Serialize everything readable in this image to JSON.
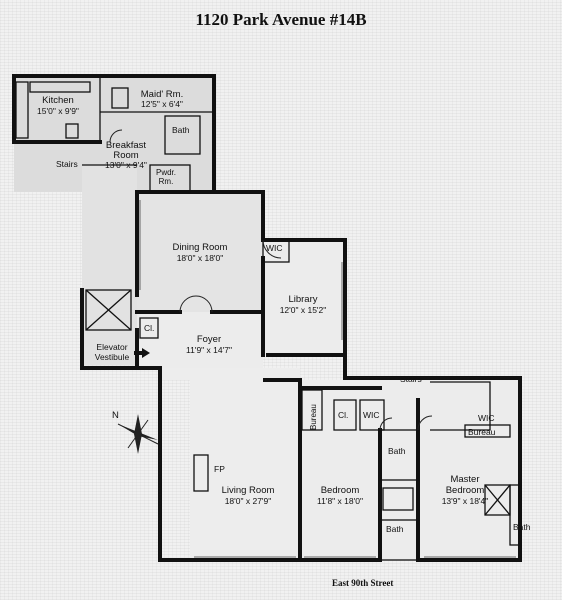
{
  "title": "1120 Park Avenue #14B",
  "street": "East 90th Street",
  "compass": "N",
  "rooms": {
    "kitchen": {
      "name": "Kitchen",
      "dim": "15'0\" x 9'9\""
    },
    "maid": {
      "name": "Maid' Rm.",
      "dim": "12'5\" x 6'4\""
    },
    "bath_maid": {
      "name": "Bath"
    },
    "breakfast": {
      "name": "Breakfast",
      "name2": "Room",
      "dim": "13'0\" x 9'4\""
    },
    "stairs_left": {
      "name": "Stairs"
    },
    "powder": {
      "name": "Pwdr.",
      "name2": "Rm."
    },
    "dining": {
      "name": "Dining Room",
      "dim": "18'0\" x 18'0\""
    },
    "wic_library": {
      "name": "WIC"
    },
    "library": {
      "name": "Library",
      "dim": "12'0\" x 15'2\""
    },
    "closet_foyer": {
      "name": "Cl."
    },
    "foyer": {
      "name": "Foyer",
      "dim": "11'9\" x 14'7\""
    },
    "elevator": {
      "name": "Elevator",
      "name2": "Vestibule"
    },
    "stairs_right": {
      "name": "Stairs"
    },
    "bureau_left": {
      "name": "Bureau"
    },
    "closet_bed": {
      "name": "Cl."
    },
    "wic_bed": {
      "name": "WIC"
    },
    "wic_master": {
      "name": "WIC"
    },
    "bureau_master": {
      "name": "Bureau"
    },
    "bath_mid": {
      "name": "Bath"
    },
    "bath_lower": {
      "name": "Bath"
    },
    "bath_master": {
      "name": "Bath"
    },
    "living": {
      "name": "Living Room",
      "dim": "18'0\" x 27'9\""
    },
    "fireplace": {
      "name": "FP"
    },
    "bedroom": {
      "name": "Bedroom",
      "dim": "11'8\" x 18'0\""
    },
    "master": {
      "name": "Master",
      "name2": "Bedroom",
      "dim": "13'9\" x 18'4\""
    }
  }
}
